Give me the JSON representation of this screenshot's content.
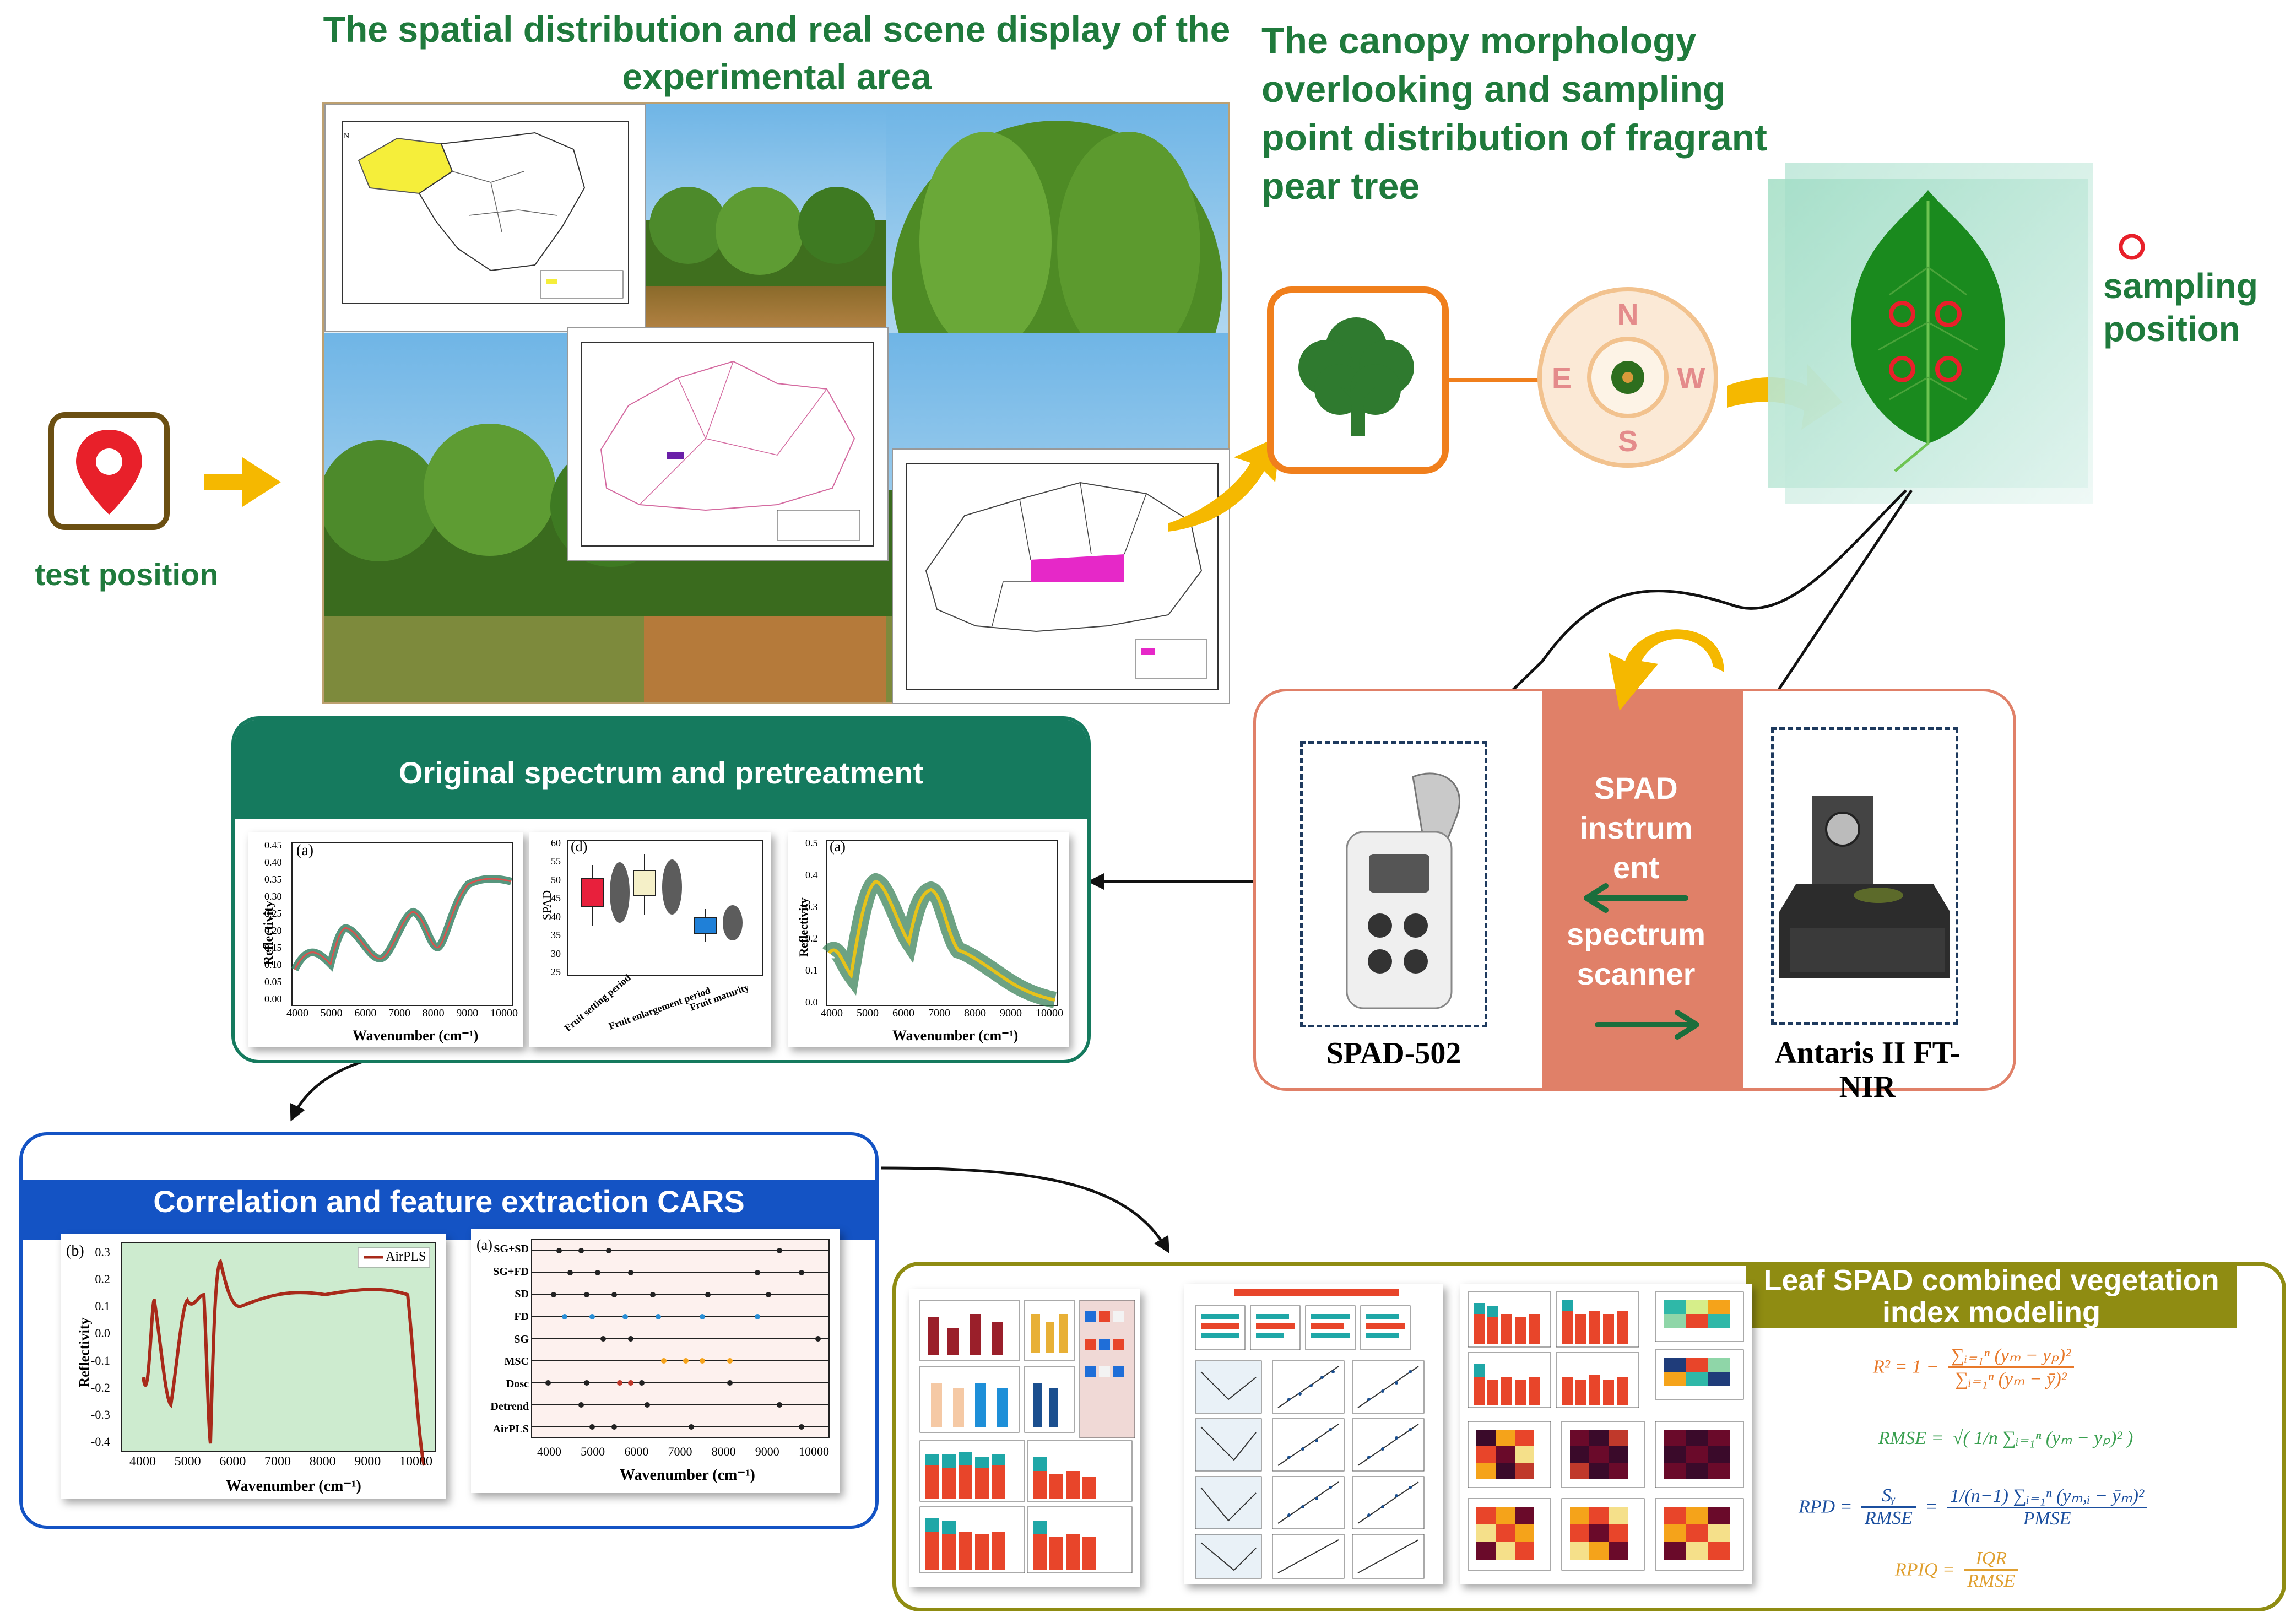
{
  "titles": {
    "experimental_area": "The spatial distribution and real scene display of the experimental area",
    "canopy": "The canopy morphology overlooking and sampling point distribution of fragrant pear tree",
    "test_position": "test position",
    "sampling_position": "sampling position"
  },
  "compass": {
    "n": "N",
    "e": "E",
    "w": "W",
    "s": "S"
  },
  "instruments": {
    "spad_instrument": "SPAD instrum ent",
    "spectrum_scanner": "spectrum scanner",
    "spad_502": "SPAD-502",
    "antaris": "Antaris II FT-NIR"
  },
  "panels": {
    "original_spectrum": "Original spectrum and pretreatment",
    "correlation": "Correlation and feature extraction CARS",
    "leaf_spad": "Leaf SPAD combined vegetation index modeling"
  },
  "mini_charts": {
    "wavenumber_label": "Wavenumber (cm⁻¹)",
    "reflectivity_label": "Reflectivity",
    "spad_label": "SPAD",
    "panel_a": "(a)",
    "panel_b": "(b)",
    "panel_d": "(d)",
    "x_ticks": [
      "4000",
      "5000",
      "6000",
      "7000",
      "8000",
      "9000",
      "10000"
    ],
    "y_ticks_a1": [
      "0.45",
      "0.40",
      "0.35",
      "0.30",
      "0.25",
      "0.20",
      "0.15",
      "0.10",
      "0.05",
      "0.00"
    ],
    "y_ticks_spad": [
      "60",
      "55",
      "50",
      "45",
      "40",
      "35",
      "30",
      "25"
    ],
    "y_ticks_a2": [
      "0.5",
      "0.4",
      "0.3",
      "0.2",
      "0.1",
      "0.0"
    ],
    "y_ticks_b": [
      "0.3",
      "0.2",
      "0.1",
      "0.0",
      "-0.1",
      "-0.2",
      "-0.3",
      "-0.4"
    ],
    "box_categories": [
      "Fruit setting period",
      "Fruit enlargement period",
      "Fruit maturity"
    ],
    "airpls_legend": "AirPLS",
    "cars_methods": [
      "SG+SD",
      "SG+FD",
      "SD",
      "FD",
      "SG",
      "MSC",
      "Dosc",
      "Detrend",
      "AirPLS"
    ]
  },
  "formulas": {
    "r2_lhs": "R² = 1 −",
    "r2_num": "∑ᵢ₌₁ⁿ (yₘ − yₚ)²",
    "r2_den": "∑ᵢ₌₁ⁿ (yₘ − ȳ)²",
    "rmse_lhs": "RMSE =",
    "rmse_rhs": "√( 1/n ∑ᵢ₌₁ⁿ (yₘ − yₚ)² )",
    "rpd_lhs": "RPD =",
    "rpd_mid_num": "Sᵧ",
    "rpd_mid_den": "RMSE",
    "rpd_rhs_num": "1/(n−1) ∑ᵢ₌₁ⁿ (yₘ,ᵢ − ȳₘ)²",
    "rpd_rhs_den": "PMSE",
    "rpiq_lhs": "RPIQ =",
    "rpiq_num": "IQR",
    "rpiq_den": "RMSE"
  },
  "colors": {
    "title_green": "#1f7a3c",
    "panel_teal": "#157a5e",
    "panel_blue": "#1453c4",
    "panel_olive": "#8f8c12",
    "instrument_salmon": "#e08068",
    "arrow_yellow": "#f5b800",
    "orange": "#f07f1c"
  }
}
